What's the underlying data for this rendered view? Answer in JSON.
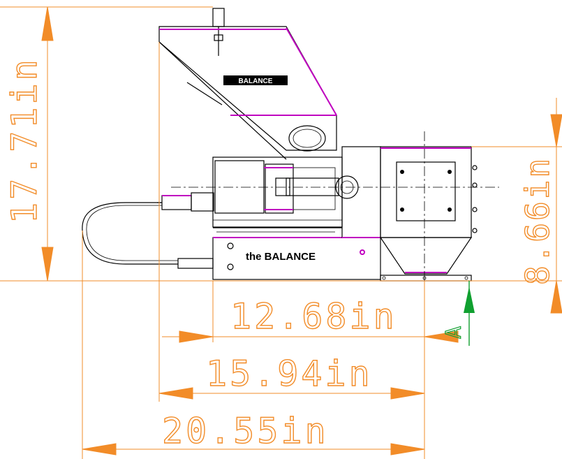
{
  "colors": {
    "dimension": "#f28c28",
    "outline": "#000000",
    "accent": "#c000c0",
    "datum": "#10a030",
    "label_plate": "#000000"
  },
  "machine": {
    "brand_label": "the BALANCE",
    "nameplate": "BALANCE"
  },
  "dimensions": {
    "overall_height": "17.71in",
    "hopper_height": "8.66in",
    "width_a": "12.68in",
    "width_b": "15.94in",
    "width_c": "20.55in"
  },
  "datum": {
    "label": "A"
  },
  "icons": [
    "dimension-arrow",
    "datum-arrow"
  ]
}
